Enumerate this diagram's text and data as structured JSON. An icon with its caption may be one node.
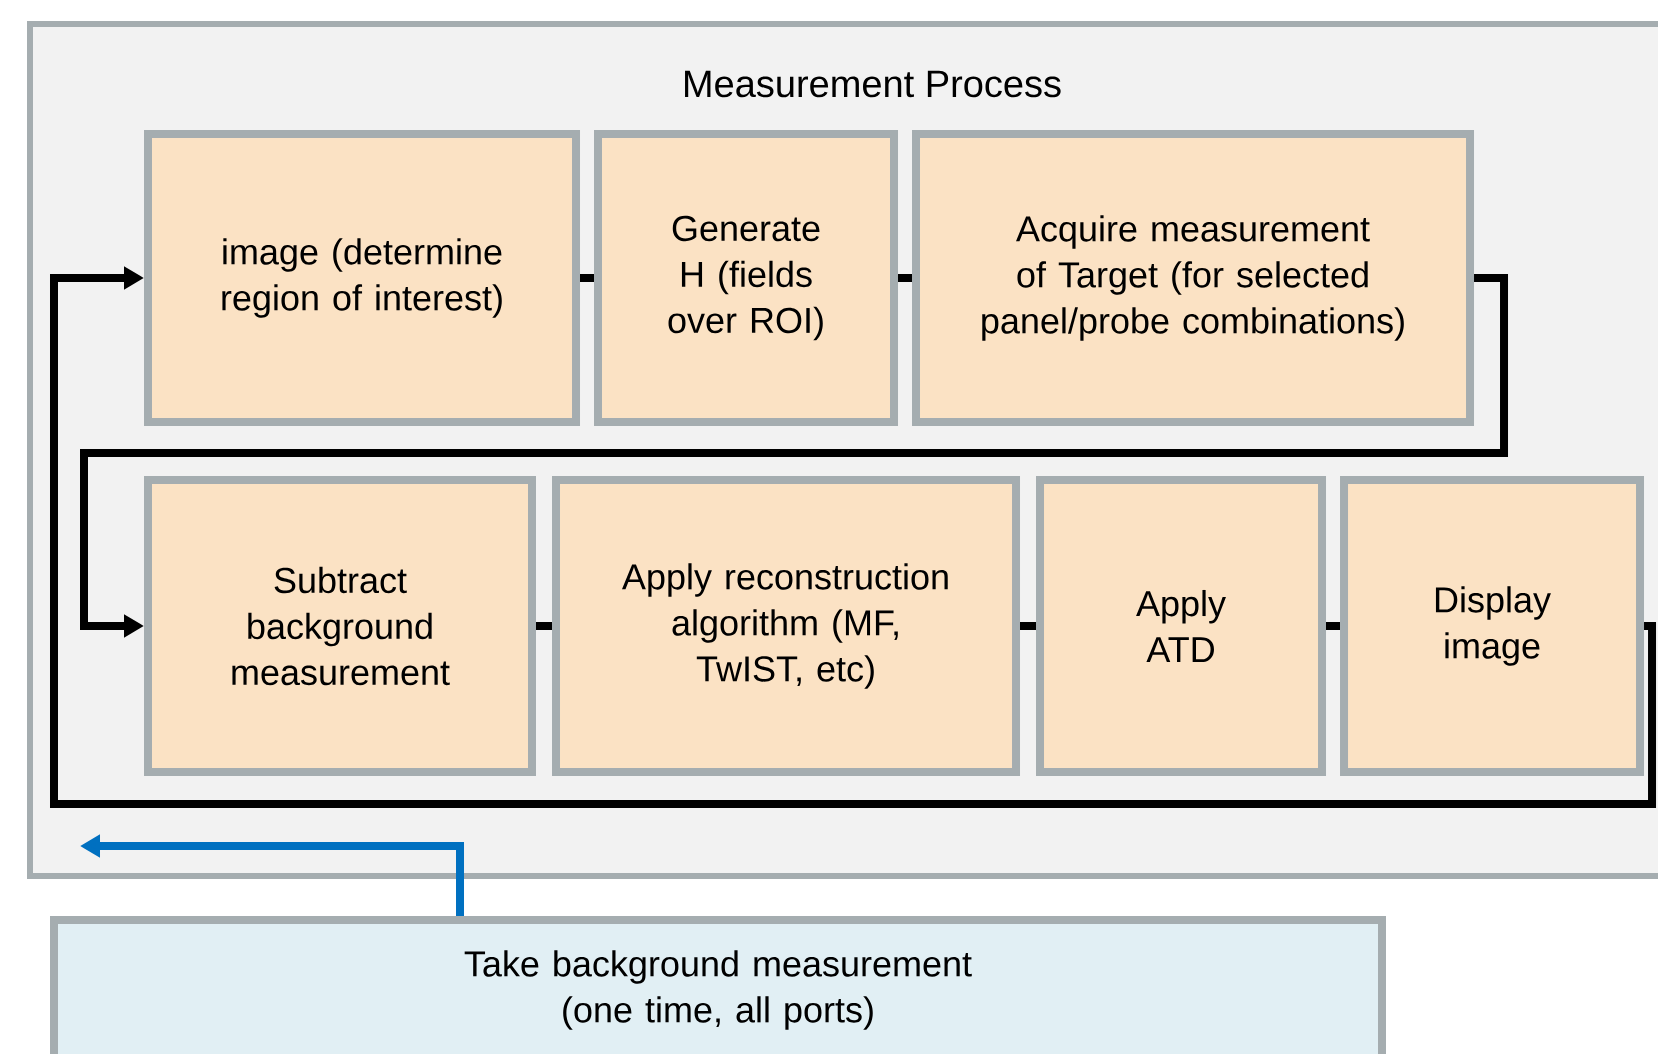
{
  "diagram": {
    "nodes": [
      {
        "text": [
          "Measurement Process"
        ]
      },
      {
        "text": [
          "image (determine region of interest)"
        ],
        "in": 0
      },
      {
        "text": [
          "Generate H (fields over ROI)"
        ],
        "in": 0
      },
      {
        "text": [
          "Acquire measurement of Target (for selected panel/probe combinations)"
        ],
        "in": 0
      },
      {
        "text": [
          "Subtract background measurement"
        ],
        "in": 0
      },
      {
        "text": [
          "Apply reconstruction algorithm (MF, TwIST, etc)"
        ],
        "in": 0
      },
      {
        "text": [
          "Apply ATD"
        ],
        "in": 0
      },
      {
        "text": [
          "Display image"
        ],
        "in": 0
      },
      {
        "text": [
          "Take background measurement (one time, all ports)"
        ]
      }
    ],
    "edges": [
      {
        "from": 1,
        "to": 2,
        "arrow": "none"
      },
      {
        "from": 2,
        "to": 3,
        "arrow": "none"
      },
      {
        "from": 3,
        "to": 4,
        "arrow": "to"
      },
      {
        "from": 4,
        "to": 5,
        "arrow": "none"
      },
      {
        "from": 5,
        "to": 6,
        "arrow": "none"
      },
      {
        "from": 6,
        "to": 7,
        "arrow": "none"
      },
      {
        "from": 7,
        "to": 1,
        "arrow": "to"
      },
      {
        "from": 8,
        "to": 0,
        "arrow": "to",
        "color": "#0070c0"
      }
    ]
  }
}
